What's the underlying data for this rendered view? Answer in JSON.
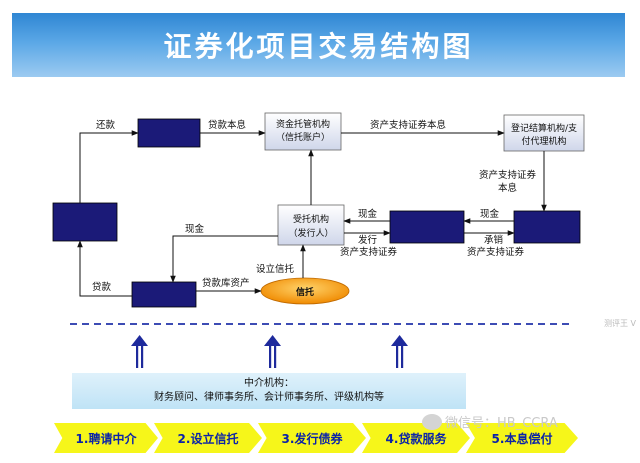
{
  "title": "证券化项目交易结构图",
  "boxes": {
    "trustee": [
      "资金托管机构",
      "（信托账户）"
    ],
    "registrar": [
      "登记结算机构/支",
      "付代理机构"
    ],
    "issuer": [
      "受托机构",
      "（发行人）"
    ],
    "trust": "信托"
  },
  "labels": {
    "repay": "还款",
    "loan_pi": "贷款本息",
    "abs_pi": "资产支持证券本息",
    "abs_pi2": [
      "资产支持证券",
      "本息"
    ],
    "cash_left": "现金",
    "issue_abs": [
      "发行",
      "资产支持证券"
    ],
    "cash_right": "现金",
    "underwrite_abs": [
      "承销",
      "资产支持证券"
    ],
    "cash_bottom": "现金",
    "loan": "贷款",
    "pool_assets": "贷款库资产",
    "set_trust": "设立信托"
  },
  "intermediary": {
    "line1": "中介机构：",
    "line2": "财务顾问、律师事务所、会计师事务所、评级机构等"
  },
  "steps": [
    "1.聘请中介",
    "2.设立信托",
    "3.发行债券",
    "4.贷款服务",
    "5.本息偿付"
  ],
  "watermark": "微信号：HB_CCRA",
  "side_note": "测评王 V",
  "colors": {
    "dark_box": "#1b1a78",
    "arrow_blue": "#1e2a9c",
    "dash": "#2233aa",
    "trust_fill": "#f5a623",
    "step_fill": "#f6f61a",
    "step_text": "#0b23a8"
  }
}
